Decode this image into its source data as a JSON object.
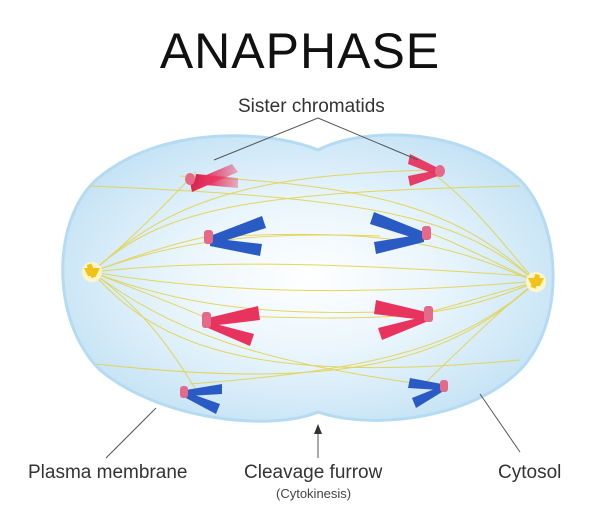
{
  "title": "ANAPHASE",
  "labels": {
    "sister_chromatids": "Sister chromatids",
    "plasma_membrane": "Plasma membrane",
    "cleavage_furrow": "Cleavage furrow",
    "cytokinesis": "(Cytokinesis)",
    "cytosol": "Cytosol"
  },
  "colors": {
    "cell_fill": "#cfe8f7",
    "cell_edge": "#a9d4ef",
    "spindle": "#e6d64a",
    "centrosome": "#f2c21b",
    "chromatid_red": "#e8335e",
    "chromatid_blue": "#2a5bc4",
    "centromere": "#e56a8a"
  }
}
